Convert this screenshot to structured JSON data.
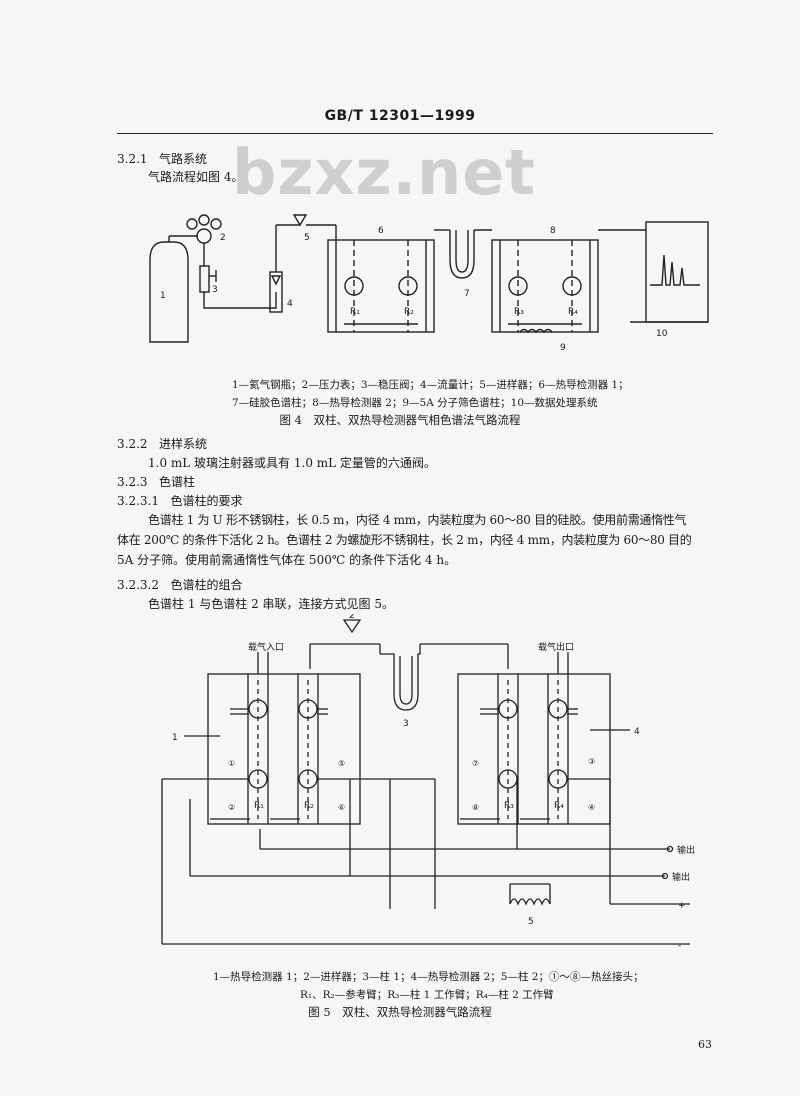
{
  "header": {
    "standard_no": "GB/T 12301—1999"
  },
  "watermark": "bzxz.net",
  "sec_3_2_1": {
    "num": "3.2.1",
    "title": "气路系统",
    "text": "气路流程如图 4。"
  },
  "fig4": {
    "labels": [
      "1",
      "2",
      "3",
      "4",
      "5",
      "6",
      "7",
      "8",
      "9",
      "10"
    ],
    "r_labels": [
      "R₁",
      "R₂",
      "R₃",
      "R₄"
    ],
    "legend_line1": "1—氦气钢瓶；2—压力表；3—稳压阀；4—流量计；5—进样器；6—热导检测器 1；",
    "legend_line2": "7—硅胶色谱柱；8—热导检测器 2；9—5A 分子筛色谱柱；10—数据处理系统",
    "caption": "图 4　双柱、双热导检测器气相色谱法气路流程"
  },
  "sec_3_2_2": {
    "num": "3.2.2",
    "title": "进样系统",
    "text": "1.0 mL 玻璃注射器或具有 1.0 mL 定量管的六通阀。"
  },
  "sec_3_2_3": {
    "num": "3.2.3",
    "title": "色谱柱"
  },
  "sec_3_2_3_1": {
    "num": "3.2.3.1",
    "title": "色谱柱的要求",
    "line1": "色谱柱 1 为 U 形不锈钢柱，长 0.5 m，内径 4 mm，内装粒度为 60～80 目的硅胶。使用前需通惰性气",
    "line2": "体在 200℃ 的条件下活化 2 h。色谱柱 2 为螺旋形不锈钢柱，长 2 m，内径 4 mm，内装粒度为 60～80 目的",
    "line3": "5A 分子筛。使用前需通惰性气体在 500℃ 的条件下活化 4 h。"
  },
  "sec_3_2_3_2": {
    "num": "3.2.3.2",
    "title": "色谱柱的组合",
    "text": "色谱柱 1 与色谱柱 2 串联，连接方式见图 5。"
  },
  "fig5": {
    "inlet": "载气入口",
    "outlet": "载气出口",
    "labels": [
      "1",
      "2",
      "3",
      "4",
      "5"
    ],
    "joints": [
      "①",
      "②",
      "③",
      "④",
      "⑤",
      "⑥",
      "⑦",
      "⑧"
    ],
    "r_labels": [
      "R₁",
      "R₂",
      "R₃",
      "R₄"
    ],
    "out1": "输出",
    "out2": "输出",
    "plus": "+",
    "minus": "-",
    "legend_line1": "1—热导检测器 1；2—进样器；3—柱 1；4—热导检测器 2；5—柱 2；①～⑧—热丝接头；",
    "legend_line2": "R₁、R₂—参考臂；R₃—柱 1 工作臂；R₄—柱 2 工作臂",
    "caption": "图 5　双柱、双热导检测器气路流程"
  },
  "page_number": "63"
}
